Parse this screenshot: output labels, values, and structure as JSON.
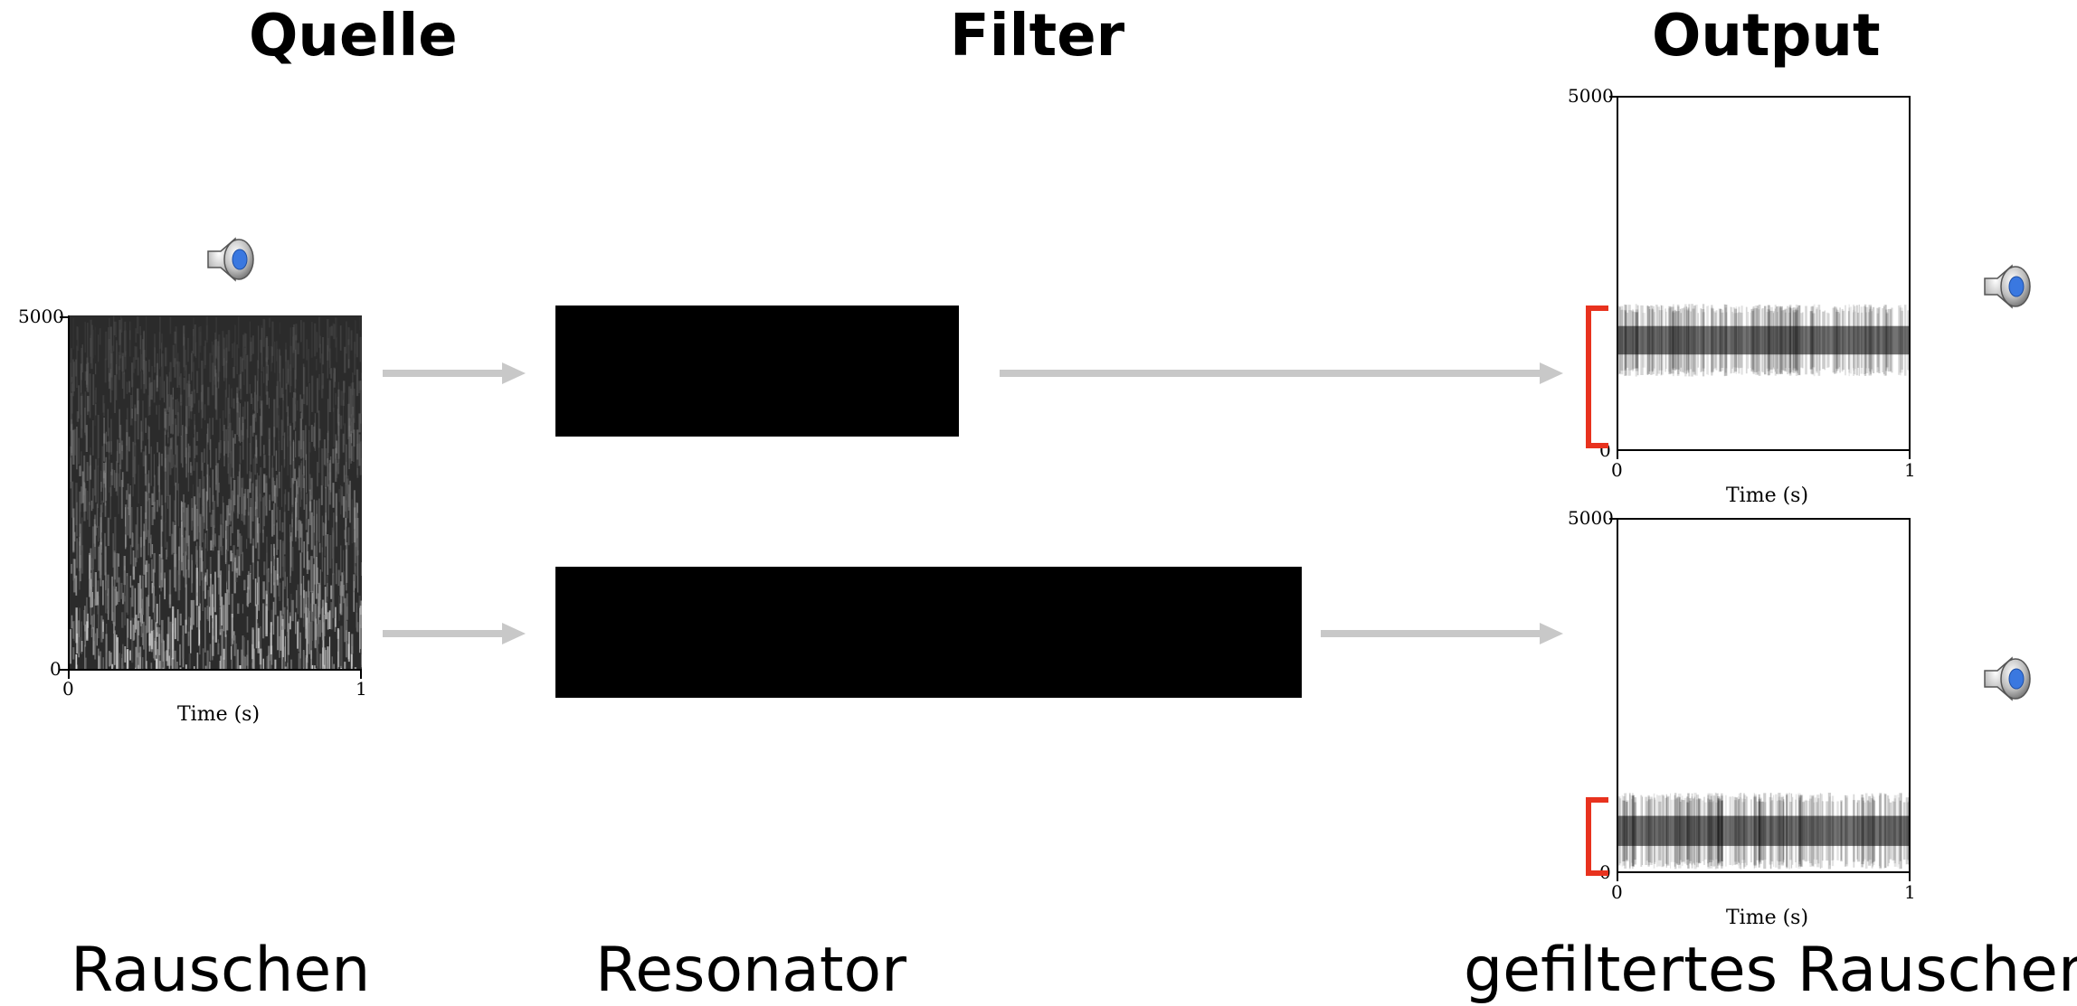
{
  "headings": {
    "source": "Quelle",
    "filter": "Filter",
    "output": "Output"
  },
  "captions": {
    "source": "Rauschen",
    "filter": "Resonator",
    "output": "gefiltertes Rauschen"
  },
  "source_plot": {
    "y_max_label": "5000",
    "y_min_label": "0",
    "x_min_label": "0",
    "x_max_label": "1",
    "xlabel": "Time (s)",
    "icon": "speaker-icon"
  },
  "output_plots": [
    {
      "y_max_label": "5000",
      "y_min_label": "0",
      "x_min_label": "0",
      "x_max_label": "1",
      "xlabel": "Time (s)",
      "band_low": 1100,
      "band_high": 2000,
      "icon": "speaker-icon"
    },
    {
      "y_max_label": "5000",
      "y_min_label": "0",
      "x_min_label": "0",
      "x_max_label": "1",
      "xlabel": "Time (s)",
      "band_low": 100,
      "band_high": 1050,
      "icon": "speaker-icon"
    }
  ],
  "colors": {
    "arrow": "#c8c8c8",
    "bracket": "#e8321e",
    "speaker_cone": "#3a78e0"
  }
}
